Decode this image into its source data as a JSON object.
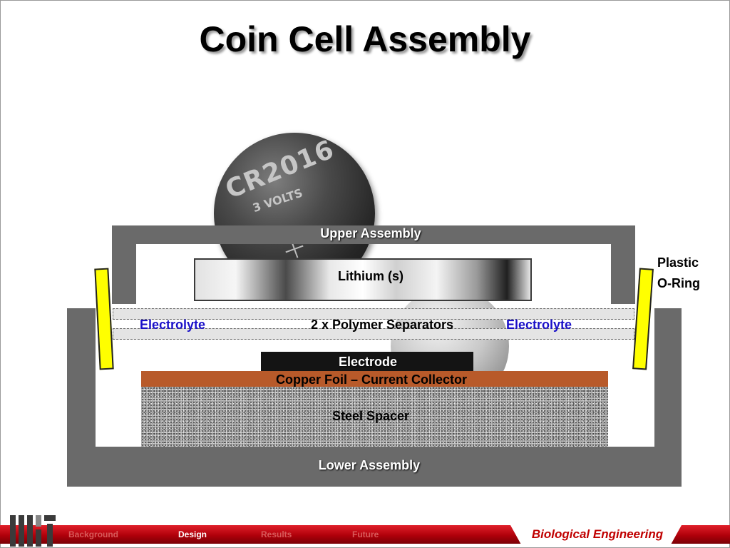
{
  "slide": {
    "title": "Coin Cell Assembly"
  },
  "coin": {
    "model": "CR2016",
    "voltage": "3 VOLTS",
    "polarity": "+"
  },
  "diagram": {
    "upper_assembly": "Upper Assembly",
    "lithium": "Lithium (s)",
    "plastic_oring_line1": "Plastic",
    "plastic_oring_line2": "O-Ring",
    "electrolyte_left": "Electrolyte",
    "separators": "2 x Polymer Separators",
    "electrolyte_right": "Electrolyte",
    "electrode": "Electrode",
    "copper_foil": "Copper Foil – Current Collector",
    "steel_spacer": "Steel Spacer",
    "lower_assembly": "Lower Assembly"
  },
  "colors": {
    "casing": "#6a6a6a",
    "oring": "#ffff00",
    "copper": "#b85a2a",
    "electrolyte_text": "#1a10c8",
    "footer_red": "#c00000"
  },
  "footer": {
    "nav": [
      {
        "label": "Background",
        "active": false
      },
      {
        "label": "Design",
        "active": true
      },
      {
        "label": "Results",
        "active": false
      },
      {
        "label": "Future",
        "active": false
      }
    ],
    "department": "Biological Engineering",
    "logo_icon": "mit-logo-icon"
  }
}
